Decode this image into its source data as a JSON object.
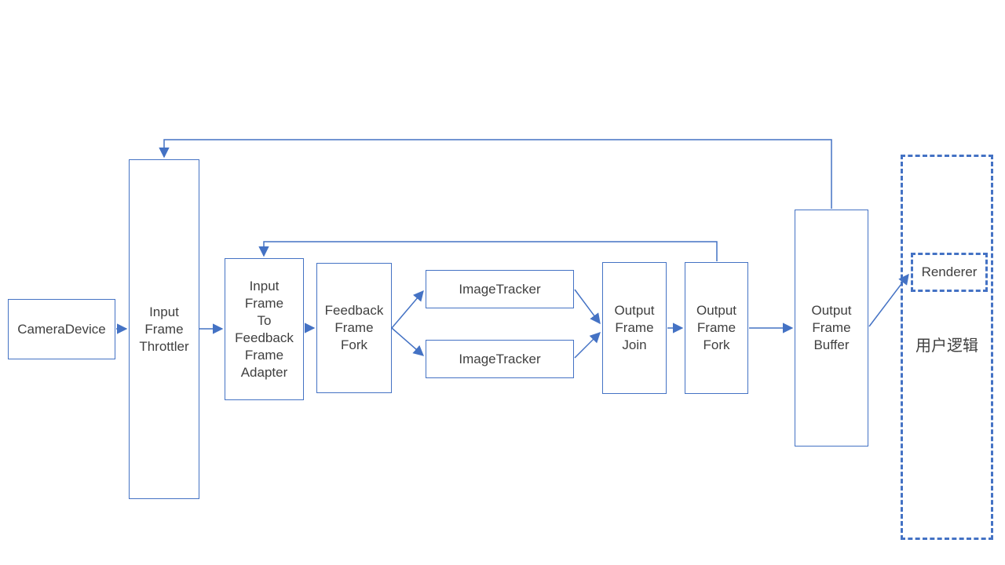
{
  "diagram": {
    "colors": {
      "line": "#4472C4",
      "text": "#404040",
      "background": "#FFFFFF"
    },
    "nodes": {
      "camera_device": {
        "label": "CameraDevice"
      },
      "input_frame_throttler": {
        "label": "Input\nFrame\nThrottler"
      },
      "input_frame_to_feedback_frame_adapter": {
        "label": "Input\nFrame\nTo\nFeedback\nFrame\nAdapter"
      },
      "feedback_frame_fork": {
        "label": "Feedback\nFrame\nFork"
      },
      "image_tracker_top": {
        "label": "ImageTracker"
      },
      "image_tracker_bottom": {
        "label": "ImageTracker"
      },
      "output_frame_join": {
        "label": "Output\nFrame\nJoin"
      },
      "output_frame_fork": {
        "label": "Output\nFrame\nFork"
      },
      "output_frame_buffer": {
        "label": "Output\nFrame\nBuffer"
      },
      "renderer": {
        "label": "Renderer"
      },
      "user_logic": {
        "label": "用户逻辑"
      }
    },
    "edges": [
      {
        "from": "camera_device",
        "to": "input_frame_throttler",
        "type": "arrow"
      },
      {
        "from": "input_frame_throttler",
        "to": "input_frame_to_feedback_frame_adapter",
        "type": "arrow"
      },
      {
        "from": "input_frame_to_feedback_frame_adapter",
        "to": "feedback_frame_fork",
        "type": "arrow"
      },
      {
        "from": "feedback_frame_fork",
        "to": "image_tracker_top",
        "type": "arrow"
      },
      {
        "from": "feedback_frame_fork",
        "to": "image_tracker_bottom",
        "type": "arrow"
      },
      {
        "from": "image_tracker_top",
        "to": "output_frame_join",
        "type": "arrow"
      },
      {
        "from": "image_tracker_bottom",
        "to": "output_frame_join",
        "type": "arrow"
      },
      {
        "from": "output_frame_join",
        "to": "output_frame_fork",
        "type": "arrow"
      },
      {
        "from": "output_frame_fork",
        "to": "output_frame_buffer",
        "type": "arrow"
      },
      {
        "from": "output_frame_buffer",
        "to": "renderer",
        "type": "arrow"
      },
      {
        "from": "output_frame_buffer",
        "to": "input_frame_throttler",
        "type": "feedback-arrow"
      },
      {
        "from": "output_frame_fork",
        "to": "input_frame_to_feedback_frame_adapter",
        "type": "feedback-arrow"
      }
    ]
  }
}
